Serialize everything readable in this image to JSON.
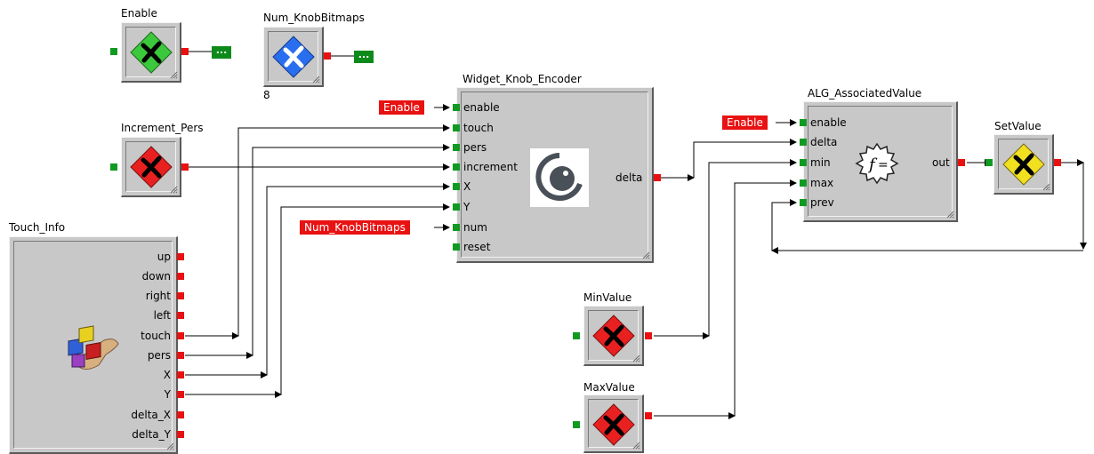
{
  "blocks": {
    "enable": {
      "title": "Enable"
    },
    "num_knob": {
      "title": "Num_KnobBitmaps",
      "value": "8"
    },
    "increment_pers": {
      "title": "Increment_Pers"
    },
    "widget": {
      "title": "Widget_Knob_Encoder",
      "inputs": [
        "enable",
        "touch",
        "pers",
        "increment",
        "X",
        "Y",
        "num",
        "reset"
      ],
      "output": "delta"
    },
    "touch_info": {
      "title": "Touch_Info",
      "outputs": [
        "up",
        "down",
        "right",
        "left",
        "touch",
        "pers",
        "X",
        "Y",
        "delta_X",
        "delta_Y"
      ]
    },
    "alg": {
      "title": "ALG_AssociatedValue",
      "inputs": [
        "enable",
        "delta",
        "min",
        "max",
        "prev"
      ],
      "output": "out"
    },
    "setvalue": {
      "title": "SetValue"
    },
    "minvalue": {
      "title": "MinValue"
    },
    "maxvalue": {
      "title": "MaxValue"
    }
  },
  "labels": {
    "widget_enable": "Enable",
    "widget_num": "Num_KnobBitmaps",
    "alg_enable": "Enable",
    "dots1": "...",
    "dots2": "..."
  },
  "colors": {
    "port_in": "#119a22",
    "port_out": "#e81010",
    "block_bg": "#c8c8c8",
    "label_bg": "#e81212"
  },
  "icons": {
    "enable": "x-diamond-green-icon",
    "num_knob": "x-diamond-blue-icon",
    "increment_pers": "x-diamond-red-icon",
    "minvalue": "x-diamond-red-icon",
    "maxvalue": "x-diamond-red-icon",
    "setvalue": "x-diamond-yellow-icon",
    "widget": "knob-icon",
    "touch_info": "touch-blocks-icon",
    "alg": "function-gear-icon"
  }
}
